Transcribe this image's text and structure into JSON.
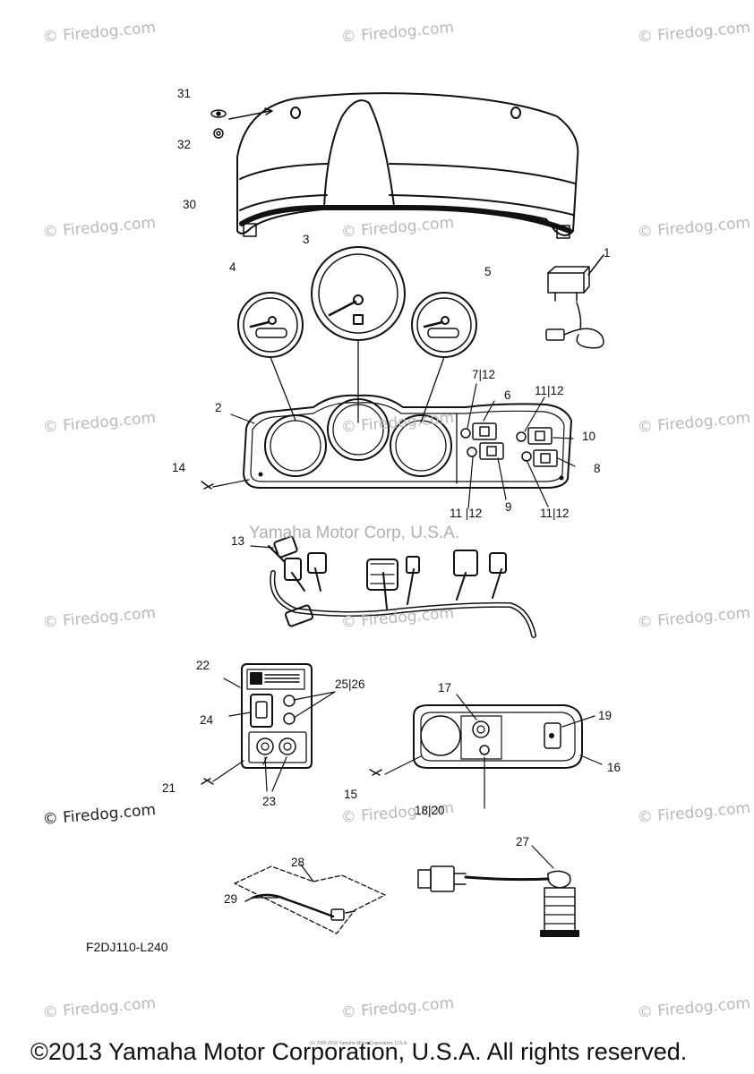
{
  "watermark_text": "© Firedog.com",
  "center_watermark": "Yamaha Motor Corp, U.S.A.",
  "figure_code": "F2DJ110-L240",
  "tiny_credit": "(c) 2000-2016 Yamaha Motor Corporation, U.S.A.",
  "copyright": "©2013 Yamaha Motor Corporation, U.S.A. All rights reserved.",
  "callouts": {
    "c1": "1",
    "c2": "2",
    "c3": "3",
    "c4": "4",
    "c5": "5",
    "c6": "6",
    "c7_12": "7|12",
    "c8": "8",
    "c9": "9",
    "c10": "10",
    "c11_12_a": "11|12",
    "c11_12_b": "11 |12",
    "c11_12_c": "11|12",
    "c13": "13",
    "c14": "14",
    "c15": "15",
    "c16": "16",
    "c17": "17",
    "c18_20": "18|20",
    "c19": "19",
    "c21": "21",
    "c22": "22",
    "c23": "23",
    "c24": "24",
    "c25_26": "25|26",
    "c27": "27",
    "c28": "28",
    "c29": "29",
    "c30": "30",
    "c31": "31",
    "c32": "32"
  }
}
